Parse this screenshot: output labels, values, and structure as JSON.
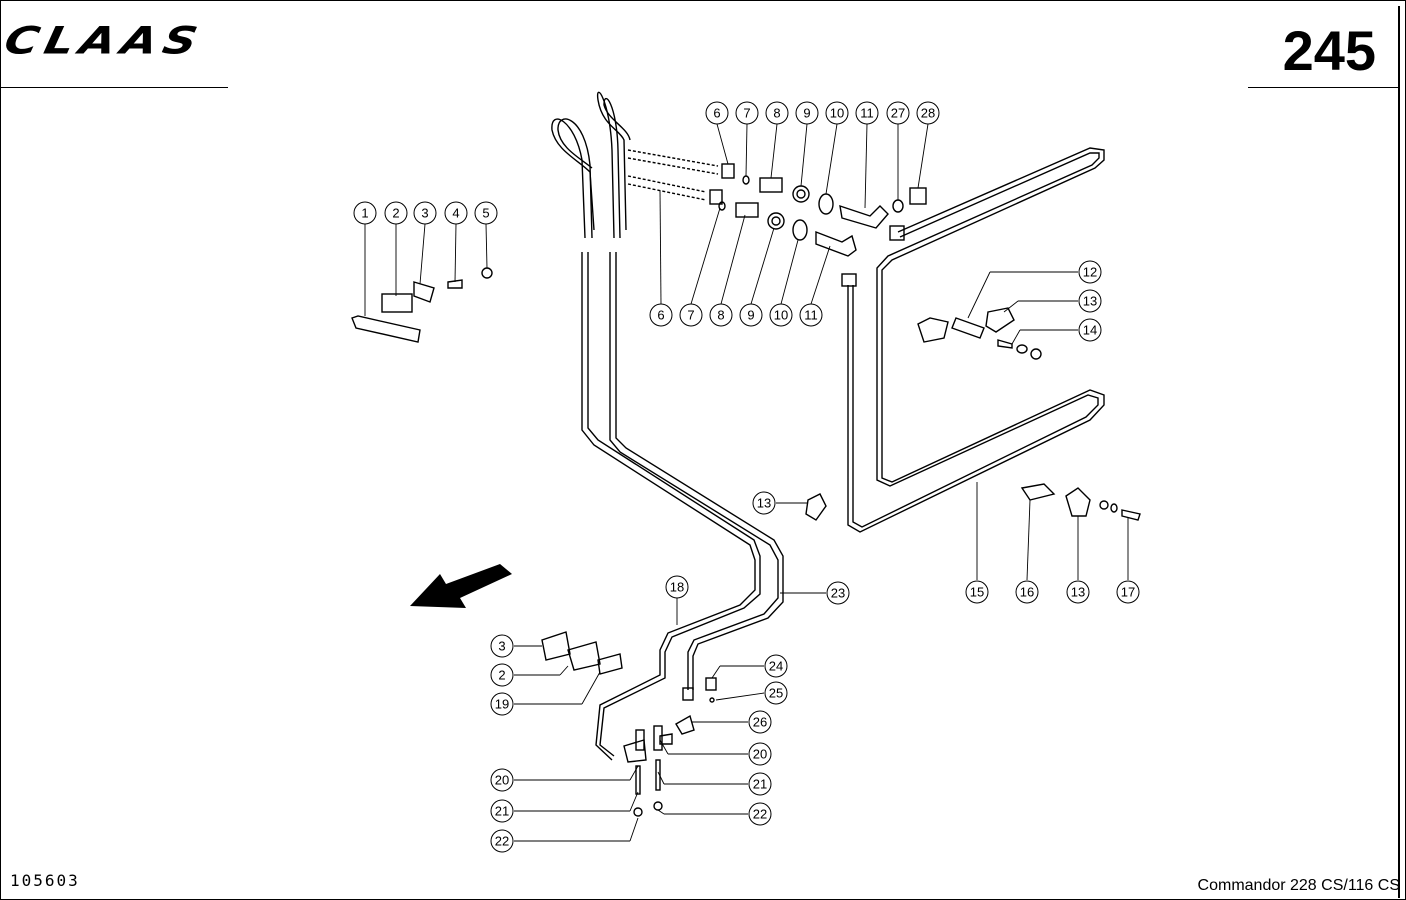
{
  "header": {
    "brand": "CLAAS",
    "page_number": "245"
  },
  "footer": {
    "drawing_id": "105603",
    "model": "Commandor 228 CS/116 CS"
  },
  "callouts": [
    {
      "label": "1"
    },
    {
      "label": "2"
    },
    {
      "label": "3"
    },
    {
      "label": "4"
    },
    {
      "label": "5"
    },
    {
      "label": "6"
    },
    {
      "label": "7"
    },
    {
      "label": "8"
    },
    {
      "label": "9"
    },
    {
      "label": "10"
    },
    {
      "label": "11"
    },
    {
      "label": "27"
    },
    {
      "label": "28"
    },
    {
      "label": "6"
    },
    {
      "label": "7"
    },
    {
      "label": "8"
    },
    {
      "label": "9"
    },
    {
      "label": "10"
    },
    {
      "label": "11"
    },
    {
      "label": "12"
    },
    {
      "label": "13"
    },
    {
      "label": "14"
    },
    {
      "label": "13"
    },
    {
      "label": "15"
    },
    {
      "label": "16"
    },
    {
      "label": "13"
    },
    {
      "label": "17"
    },
    {
      "label": "18"
    },
    {
      "label": "23"
    },
    {
      "label": "3"
    },
    {
      "label": "2"
    },
    {
      "label": "19"
    },
    {
      "label": "24"
    },
    {
      "label": "25"
    },
    {
      "label": "26"
    },
    {
      "label": "20"
    },
    {
      "label": "20"
    },
    {
      "label": "21"
    },
    {
      "label": "21"
    },
    {
      "label": "22"
    },
    {
      "label": "22"
    }
  ]
}
